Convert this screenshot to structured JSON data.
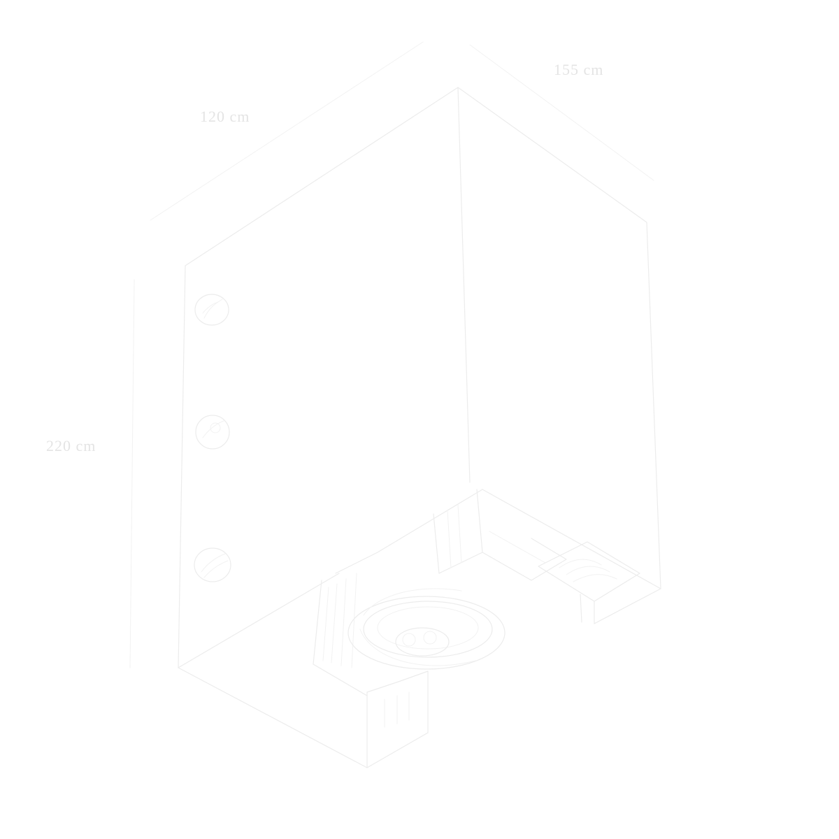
{
  "diagram": {
    "type": "isometric-room-plan",
    "line_color": "#ececec",
    "background": "#ffffff"
  },
  "dimensions": {
    "width_label": "120 cm",
    "depth_label": "155 cm",
    "height_label": "220 cm"
  }
}
